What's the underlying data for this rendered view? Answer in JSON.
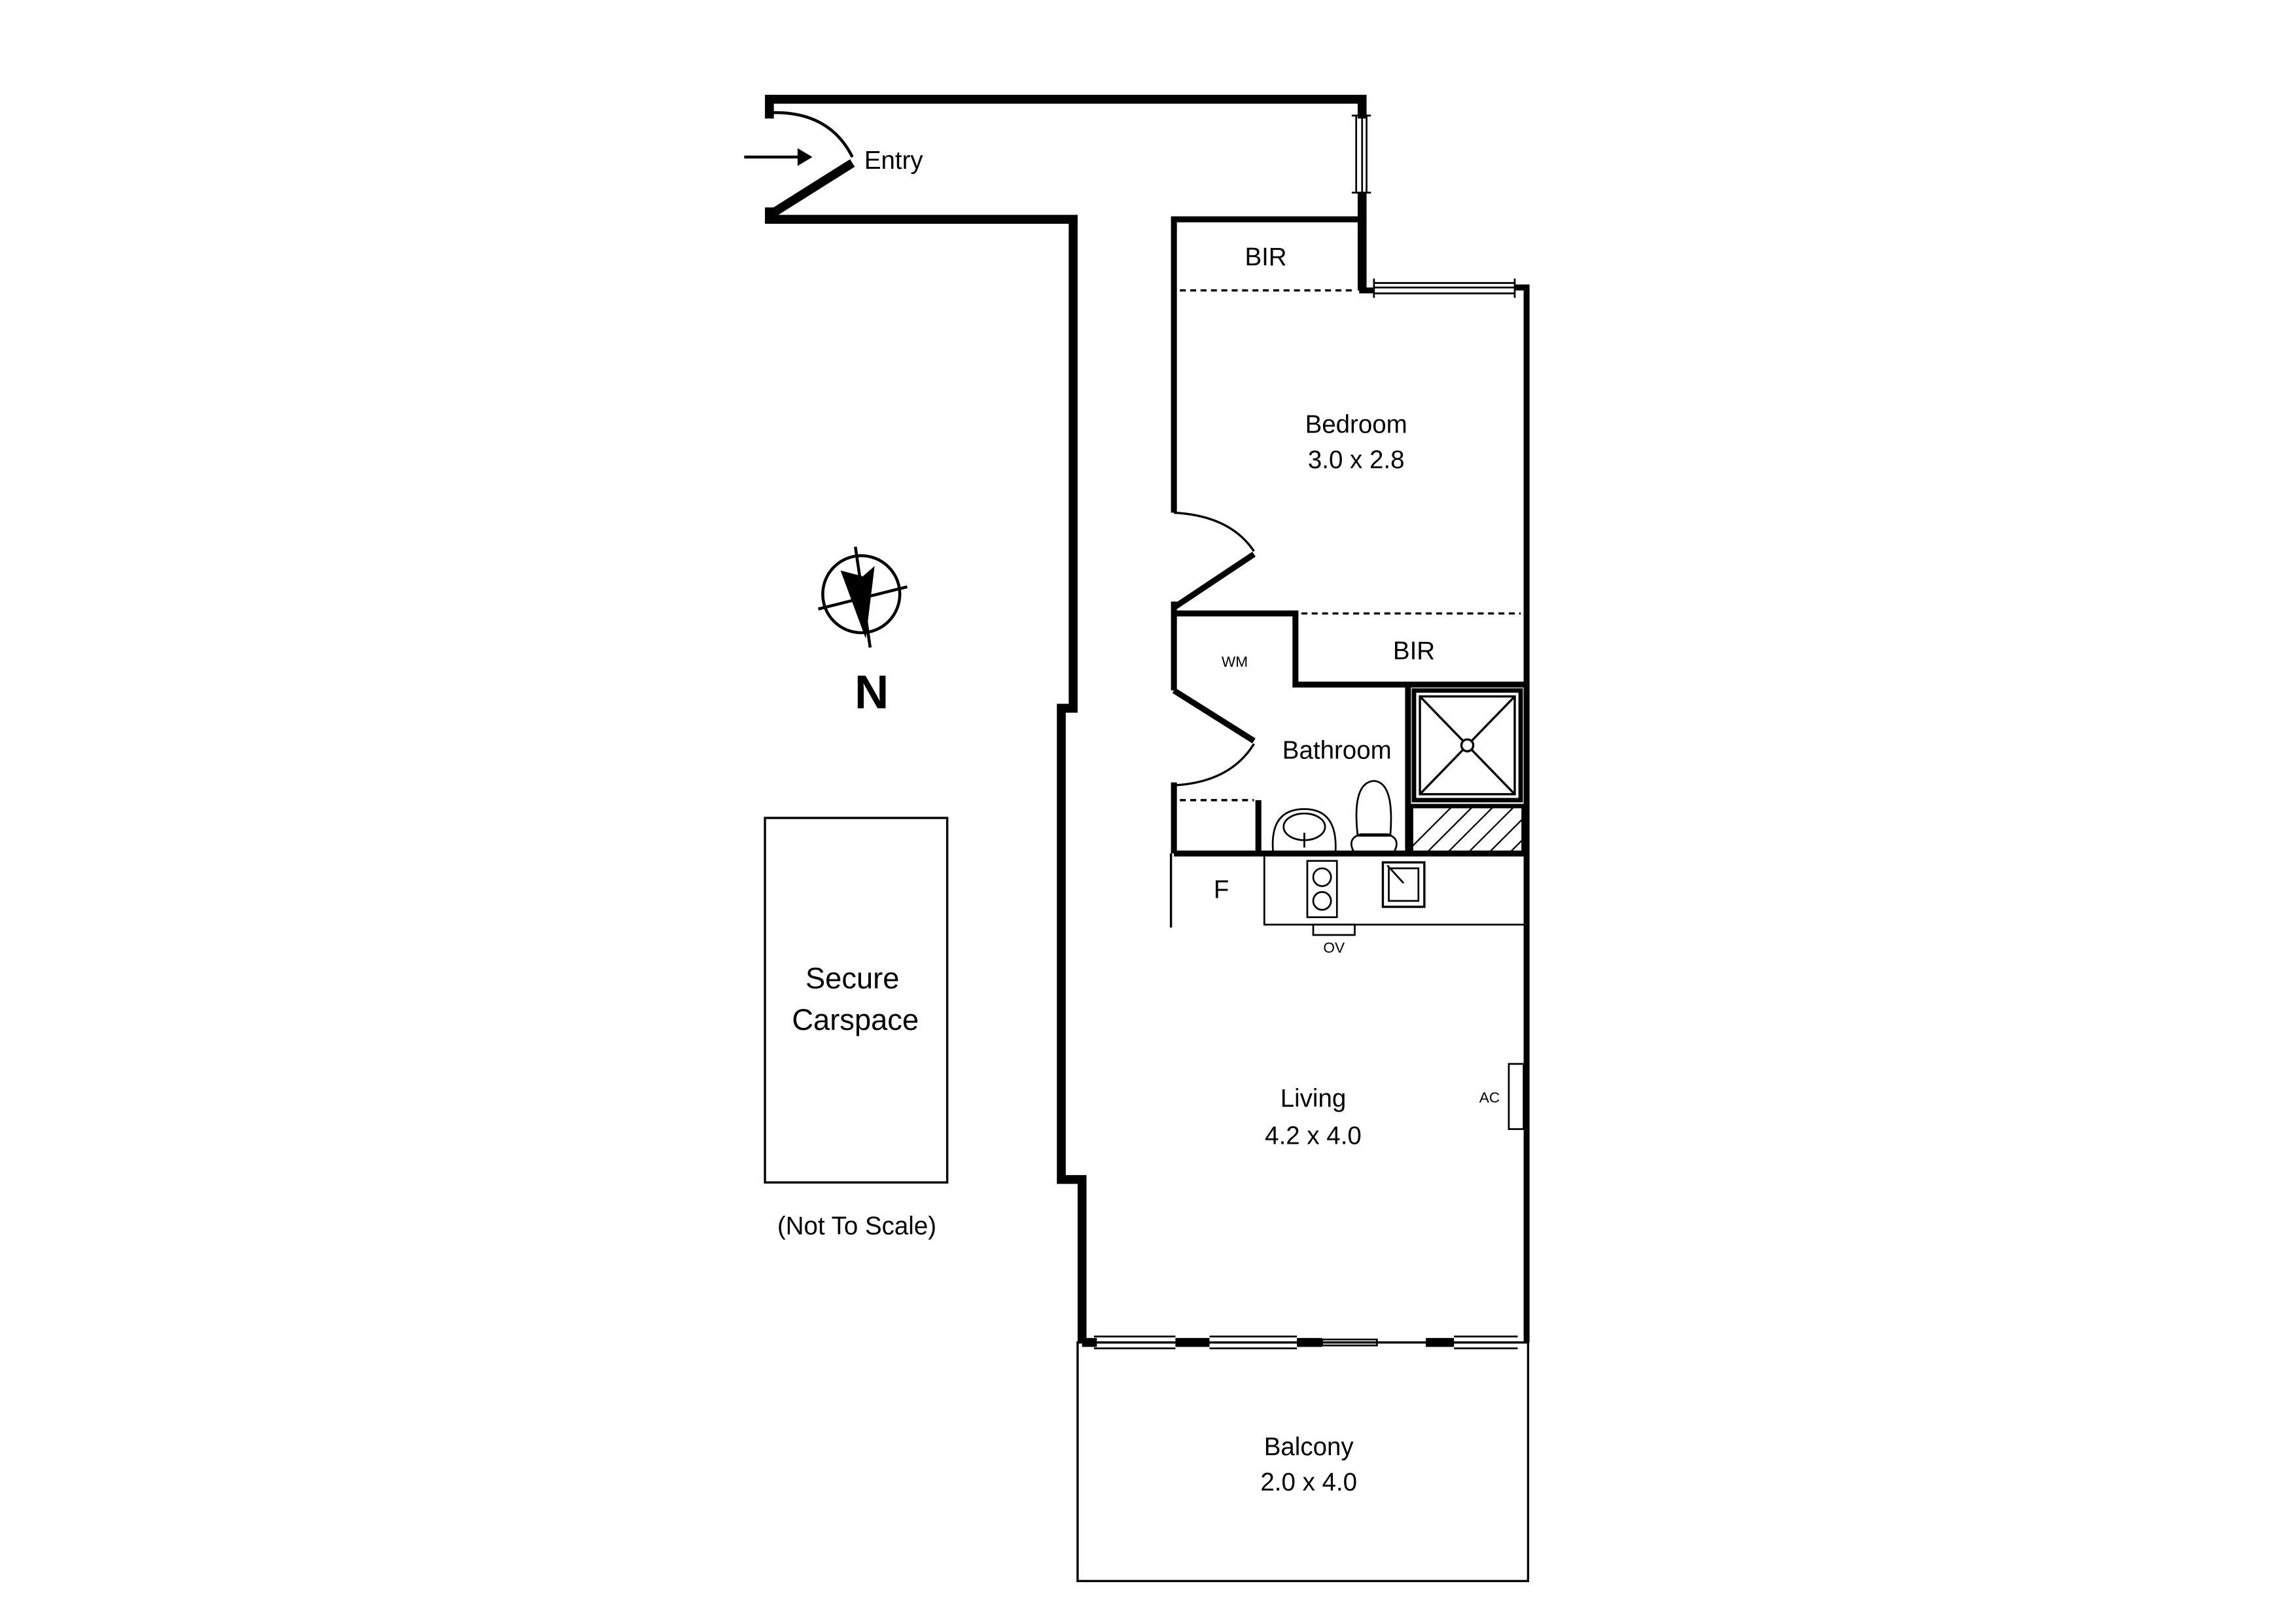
{
  "plan": {
    "entry": "Entry",
    "bir_top": "BIR",
    "bedroom": {
      "name": "Bedroom",
      "dims": "3.0 x 2.8"
    },
    "wm": "WM",
    "bir_mid": "BIR",
    "bathroom": "Bathroom",
    "fridge": "F",
    "oven": "OV",
    "living": {
      "name": "Living",
      "dims": "4.2 x 4.0"
    },
    "ac": "AC",
    "balcony": {
      "name": "Balcony",
      "dims": "2.0 x 4.0"
    },
    "carspace": {
      "line1": "Secure",
      "line2": "Carspace"
    },
    "scale_note": "(Not To Scale)",
    "compass": {
      "label": "N",
      "icon": "north-arrow-icon"
    }
  },
  "colors": {
    "wall": "#000000",
    "background": "#ffffff"
  }
}
